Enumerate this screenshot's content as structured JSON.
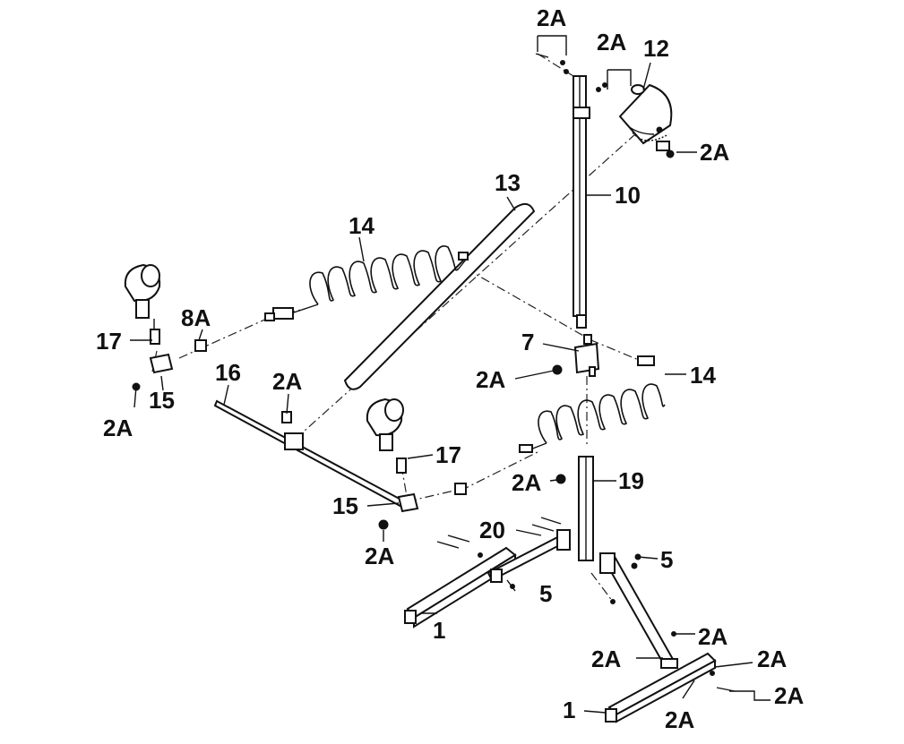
{
  "labels": {
    "l_2a_top1": "2A",
    "l_2a_top2": "2A",
    "l_12": "12",
    "l_2a_light": "2A",
    "l_13": "13",
    "l_10": "10",
    "l_14_left": "14",
    "l_8a": "8A",
    "l_17_left": "17",
    "l_2a_left_bracket": "2A",
    "l_15_left": "15",
    "l_16": "16",
    "l_2a_mid": "2A",
    "l_7": "7",
    "l_2a_bracket7": "2A",
    "l_14_right": "14",
    "l_17_right": "17",
    "l_2a_post": "2A",
    "l_19": "19",
    "l_15_right": "15",
    "l_2a_below15": "2A",
    "l_20": "20",
    "l_5_right": "5",
    "l_5_left": "5",
    "l_1_left": "1",
    "l_2a_brace": "2A",
    "l_2a_foot_left": "2A",
    "l_2a_foot_right": "2A",
    "l_2a_foot_far": "2A",
    "l_1_right": "1",
    "l_2a_bottom": "2A"
  }
}
